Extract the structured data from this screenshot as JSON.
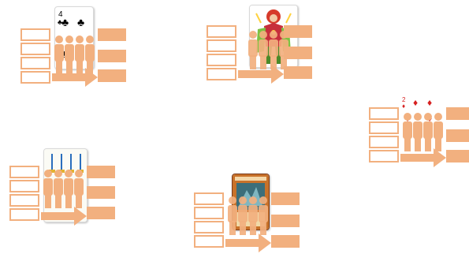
{
  "colors": {
    "accent": "#f2b07f",
    "slot_fill": "#ffffff",
    "card_border": "#d9d9d9"
  },
  "clusters": [
    {
      "name": "cluster-1",
      "card_icon": "four-of-clubs-card-icon",
      "slots": 4,
      "pills": 3
    },
    {
      "name": "cluster-2",
      "card_icon": "fantasy-character-card-icon",
      "slots": 4,
      "pills": 3
    },
    {
      "name": "cluster-3",
      "card_icon": "four-of-diamonds-card-icon",
      "slots": 4,
      "pills": 3
    },
    {
      "name": "cluster-4",
      "card_icon": "four-swords-card-icon",
      "slots": 4,
      "pills": 3
    },
    {
      "name": "cluster-5",
      "card_icon": "monster-trading-card-icon",
      "slots": 4,
      "pills": 3
    }
  ]
}
